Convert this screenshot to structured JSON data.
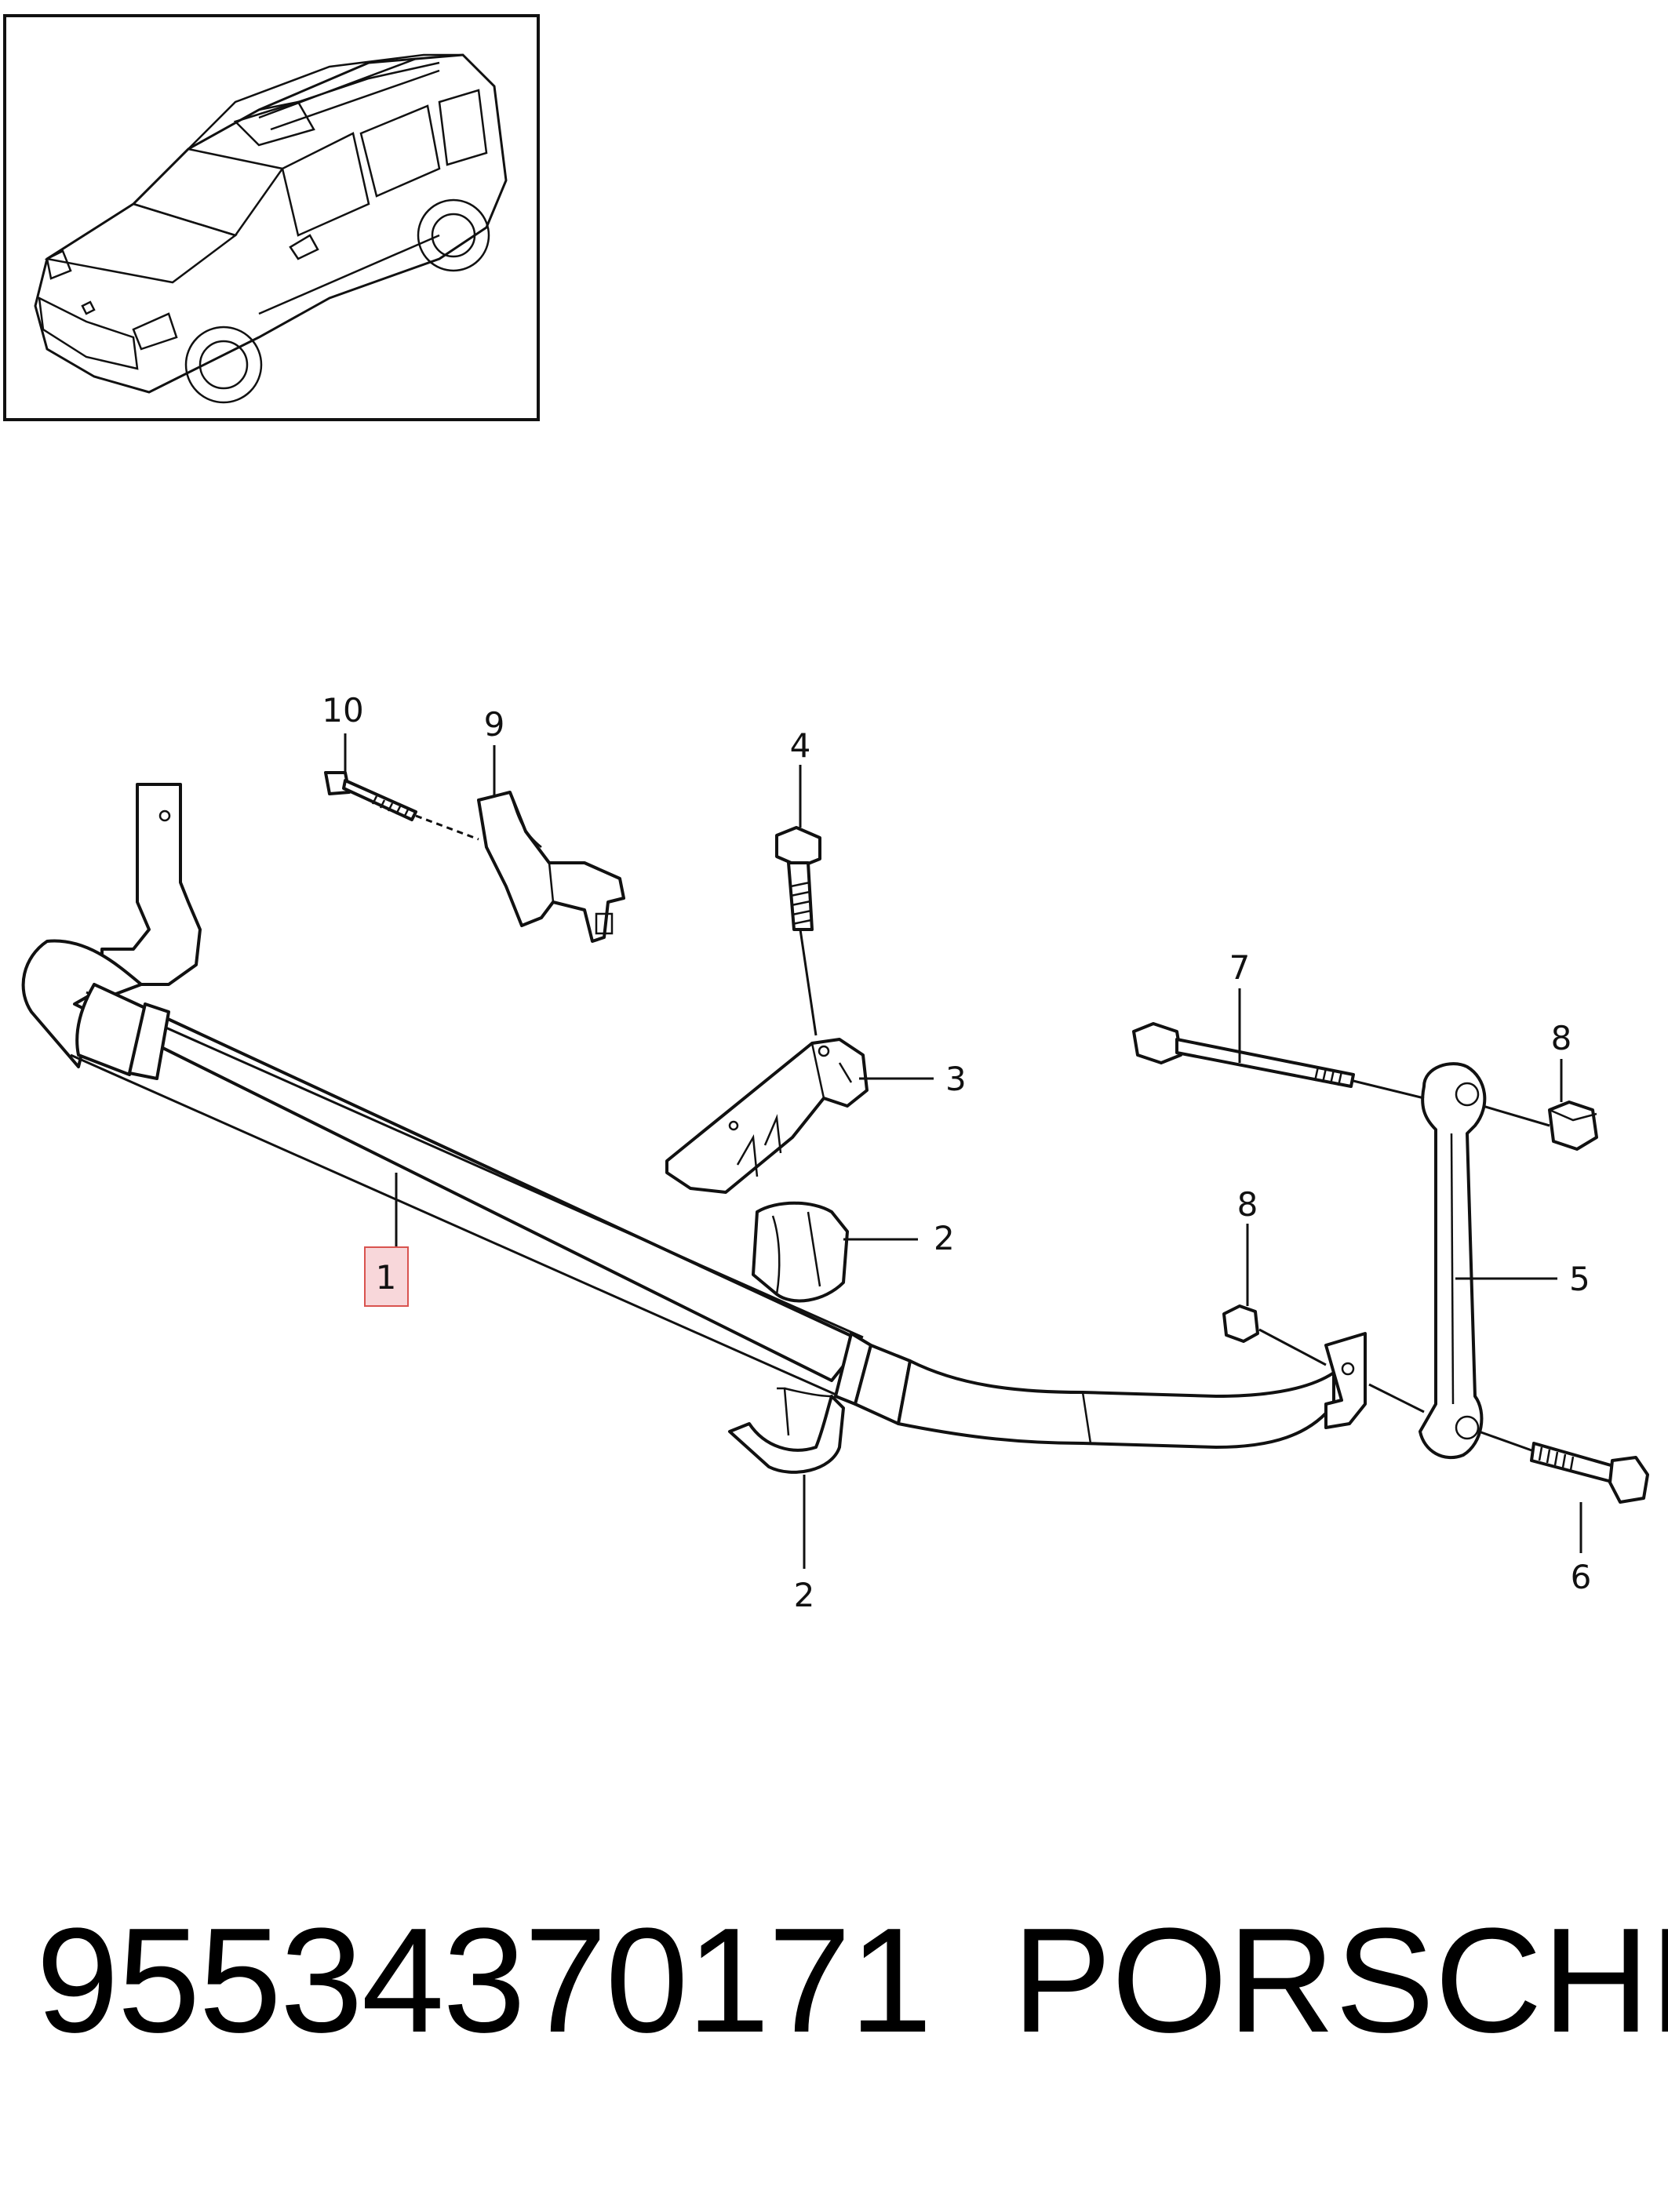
{
  "callouts": {
    "c1": "1",
    "c2a": "2",
    "c2b": "2",
    "c3": "3",
    "c4": "4",
    "c5": "5",
    "c6": "6",
    "c7": "7",
    "c8a": "8",
    "c8b": "8",
    "c9": "9",
    "c10": "10"
  },
  "highlight_color": "#f8d7da",
  "footer": {
    "part_number": "95534370171",
    "brand": "PORSCHE"
  }
}
